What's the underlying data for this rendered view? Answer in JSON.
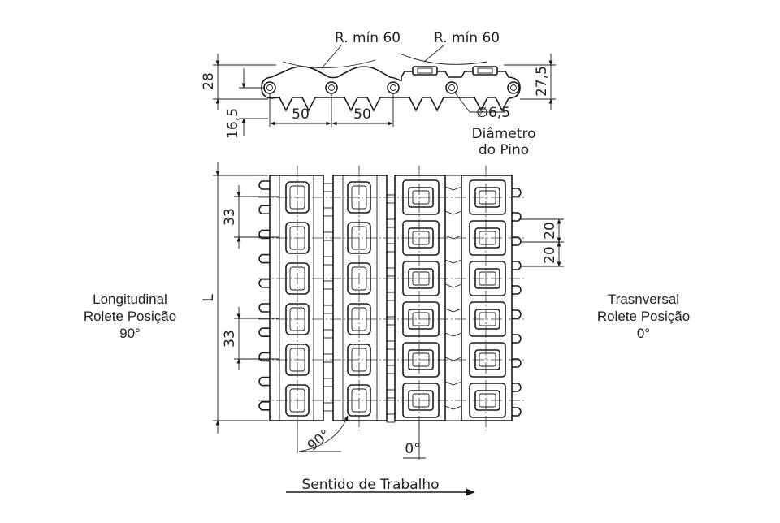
{
  "dimensions": {
    "radius_left": "R. mín 60",
    "radius_right": "R. mín 60",
    "height_28": "28",
    "height_16_5": "16,5",
    "height_27_5": "27,5",
    "pitch_1": "50",
    "pitch_2": "50",
    "pin_diameter": "6,5",
    "pin_symbol": "∅",
    "pin_label_line1": "Diâmetro",
    "pin_label_line2": "do Pino",
    "width_L": "L",
    "roller_pitch_left_top": "33",
    "roller_pitch_left_bottom": "33",
    "roller_pitch_right_1": "20",
    "roller_pitch_right_2": "20",
    "angle_90": "90°",
    "angle_0": "0°"
  },
  "labels": {
    "left_line1": "Longitudinal",
    "left_line2": "Rolete Posição",
    "left_line3": "90°",
    "right_line1": "Trasnversal",
    "right_line2": "Rolete Posição",
    "right_line3": "0°",
    "direction": "Sentido de Trabalho"
  },
  "colors": {
    "line": "#1a1a1a",
    "text": "#222222",
    "background": "#ffffff"
  }
}
